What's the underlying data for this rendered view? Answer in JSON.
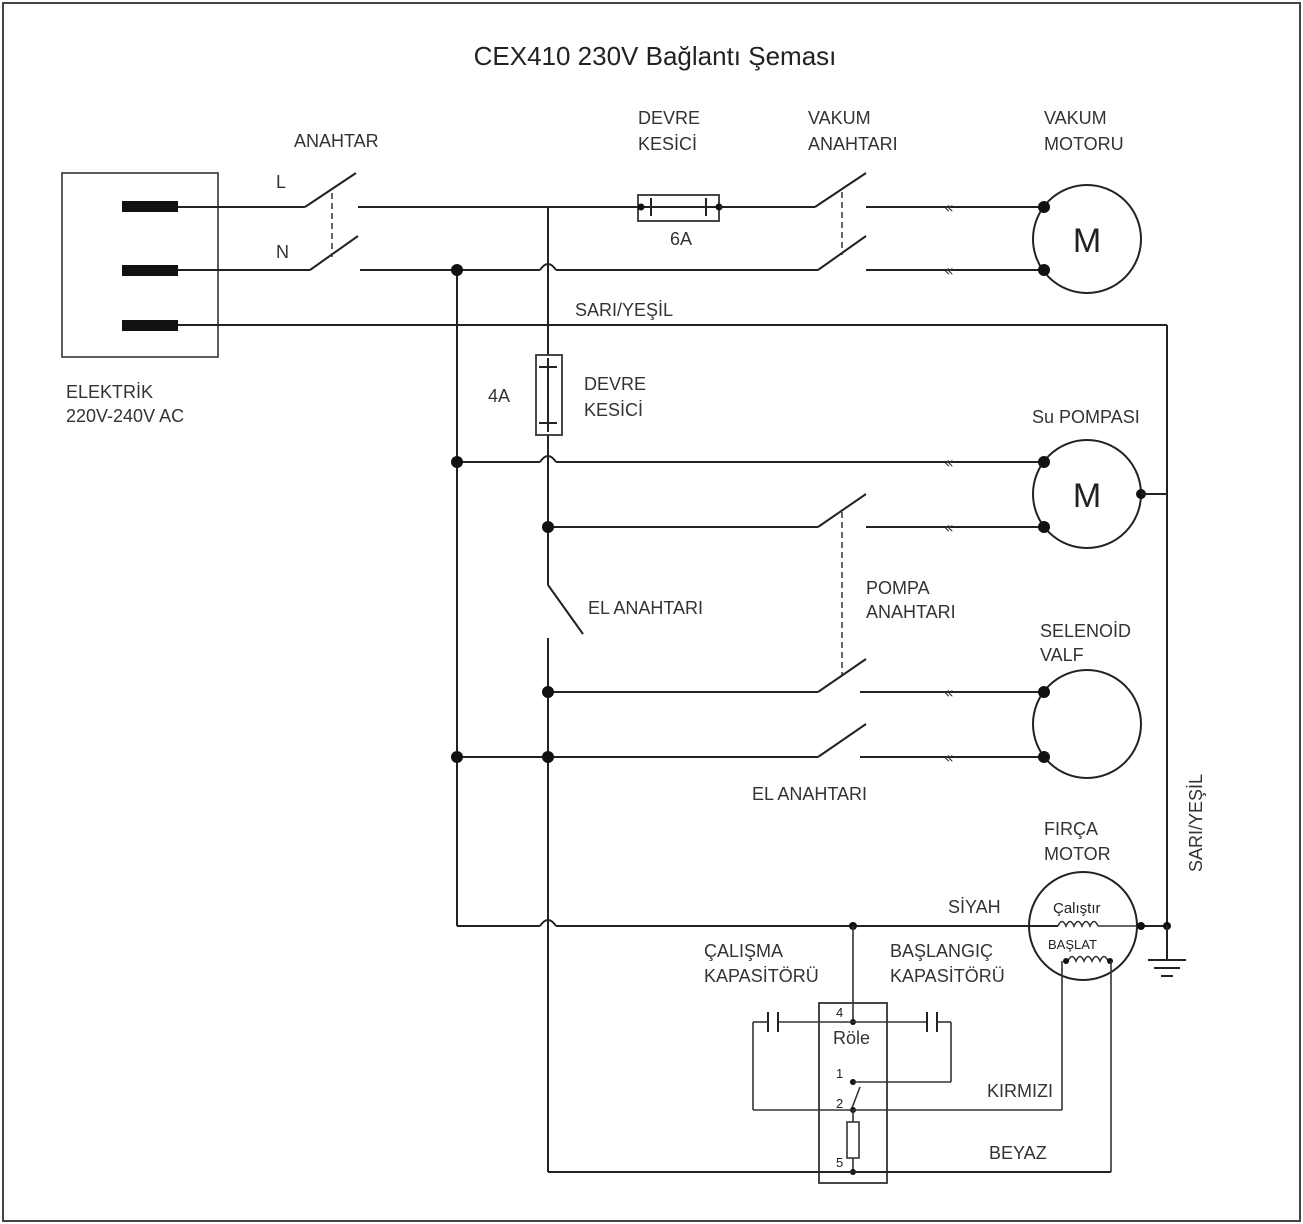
{
  "title": "CEX410 230V Bağlantı Şeması",
  "power_supply": {
    "label_1": "ELEKTRİK",
    "label_2": "220V-240V AC",
    "line_label": "L",
    "neutral_label": "N"
  },
  "main_switch": {
    "label": "ANAHTAR"
  },
  "breaker_6a": {
    "label_1": "DEVRE",
    "label_2": "KESİCİ",
    "rating": "6A"
  },
  "vacuum_switch": {
    "label_1": "VAKUM",
    "label_2": "ANAHTARI"
  },
  "vacuum_motor": {
    "label_1": "VAKUM",
    "label_2": "MOTORU",
    "symbol": "M"
  },
  "ground_wire": {
    "label": "SARI/YEŞİL",
    "vertical_label": "SARI/YEŞİL"
  },
  "breaker_4a": {
    "label_1": "DEVRE",
    "label_2": "KESİCİ",
    "rating": "4A"
  },
  "water_pump": {
    "label": "Su POMPASI",
    "symbol": "M"
  },
  "hand_switch_top": {
    "label": "EL ANAHTARI"
  },
  "pump_switch": {
    "label_1": "POMPA",
    "label_2": "ANAHTARI"
  },
  "solenoid_valve": {
    "label_1": "SELENOİD",
    "label_2": "VALF"
  },
  "hand_switch_bottom": {
    "label": "EL ANAHTARI"
  },
  "brush_motor": {
    "label_1": "FIRÇA",
    "label_2": "MOTOR",
    "run_winding": "Çalıştır",
    "start_winding": "BAŞLAT"
  },
  "wires": {
    "black": "SİYAH",
    "red": "KIRMIZI",
    "white": "BEYAZ"
  },
  "run_capacitor": {
    "label_1": "ÇALIŞMA",
    "label_2": "KAPASİTÖRÜ"
  },
  "start_capacitor": {
    "label_1": "BAŞLANGIÇ",
    "label_2": "KAPASİTÖRÜ"
  },
  "relay": {
    "label": "Röle",
    "pin_4": "4",
    "pin_1": "1",
    "pin_2": "2",
    "pin_5": "5"
  },
  "connector_symbol": "«",
  "colors": {
    "wire": "#222222",
    "background": "#ffffff"
  }
}
